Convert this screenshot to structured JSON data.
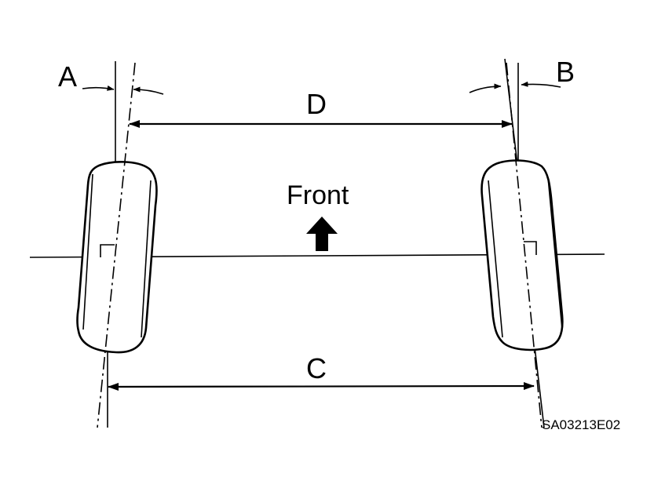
{
  "labels": {
    "a": "A",
    "b": "B",
    "c": "C",
    "d": "D",
    "front": "Front",
    "code": "SA03213E02"
  },
  "colors": {
    "line": "#000000",
    "background": "#ffffff"
  },
  "icons": {
    "front_arrow": "arrow-up-icon"
  }
}
